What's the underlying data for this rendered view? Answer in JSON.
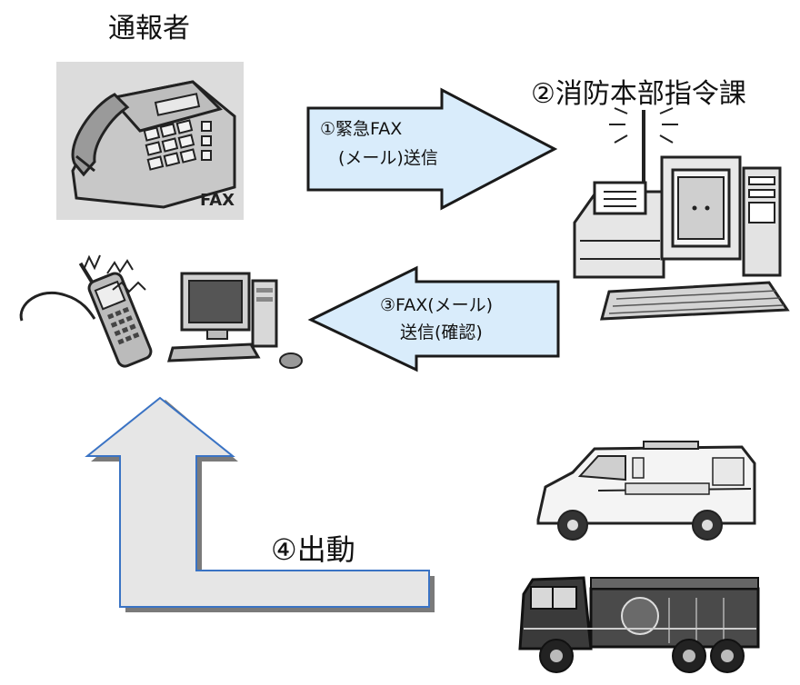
{
  "reporter": {
    "title": "通報者",
    "fax_label": "FAX"
  },
  "headquarters": {
    "title": "②消防本部指令課"
  },
  "arrow_send": {
    "line1": "①緊急FAX",
    "line2": "(メール)送信"
  },
  "arrow_reply": {
    "line1": "③FAX(メール)",
    "line2": "送信(確認)"
  },
  "dispatch": {
    "label": "④出動"
  },
  "colors": {
    "arrow_fill": "#d9ecfb",
    "arrow_stroke": "#1a1a1a",
    "dispatch_fill": "#e6e6e6",
    "dispatch_stroke": "#3a73c4",
    "dispatch_shadow": "#7a7a7a"
  }
}
